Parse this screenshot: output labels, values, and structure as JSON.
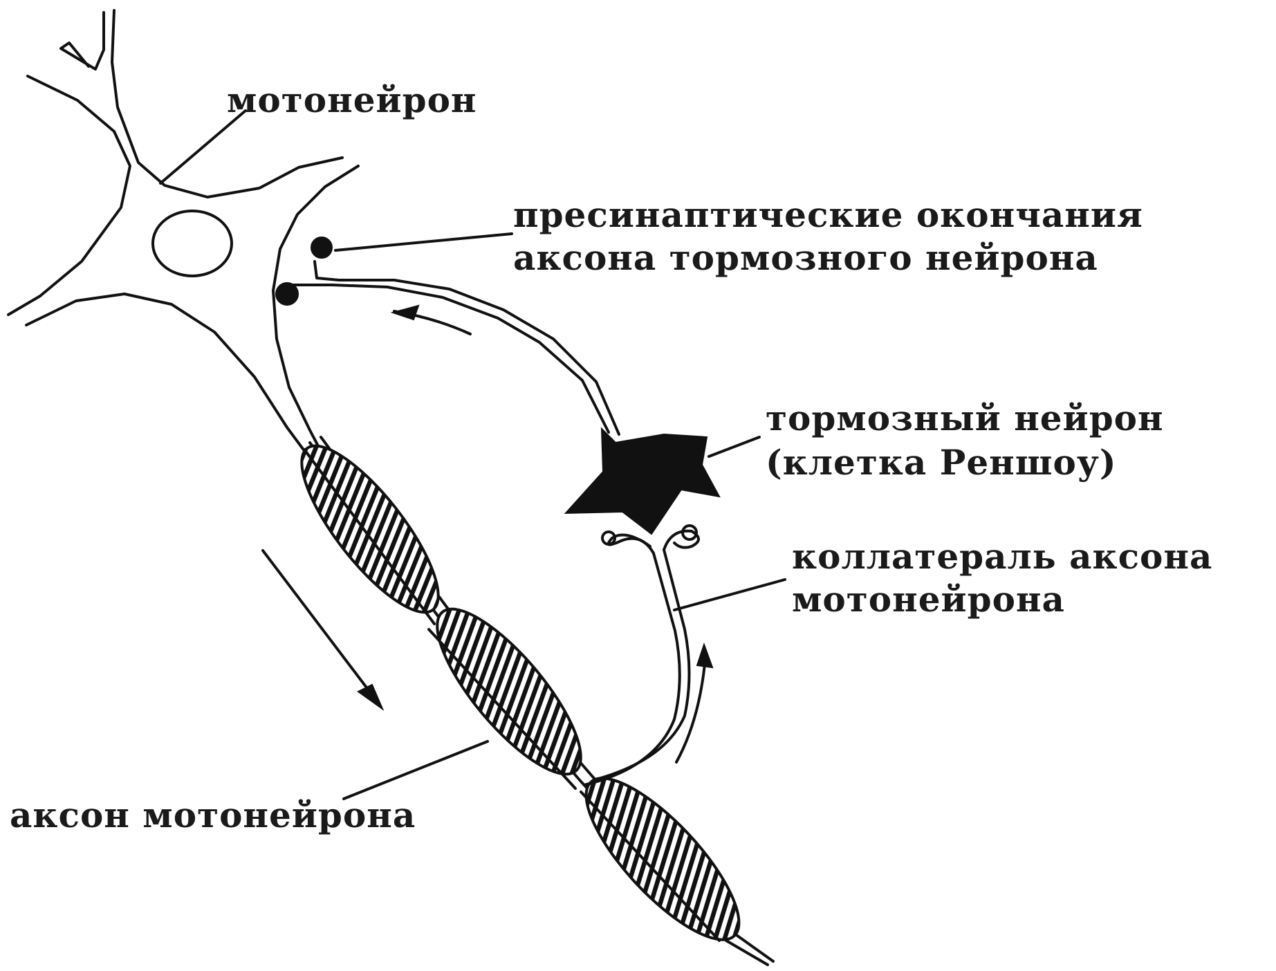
{
  "labels": {
    "motoneuron": "мотонейрон",
    "presynaptic_line1": "пресинаптические окончания",
    "presynaptic_line2": "аксона тормозного нейрона",
    "inhibitory_line1": "тормозный нейрон",
    "inhibitory_line2": "(клетка Реншоу)",
    "collateral_line1": "коллатераль аксона",
    "collateral_line2": "мотонейрона",
    "axon": "аксон мотонейрона"
  },
  "colors": {
    "ink": "#111111",
    "background": "#ffffff"
  }
}
